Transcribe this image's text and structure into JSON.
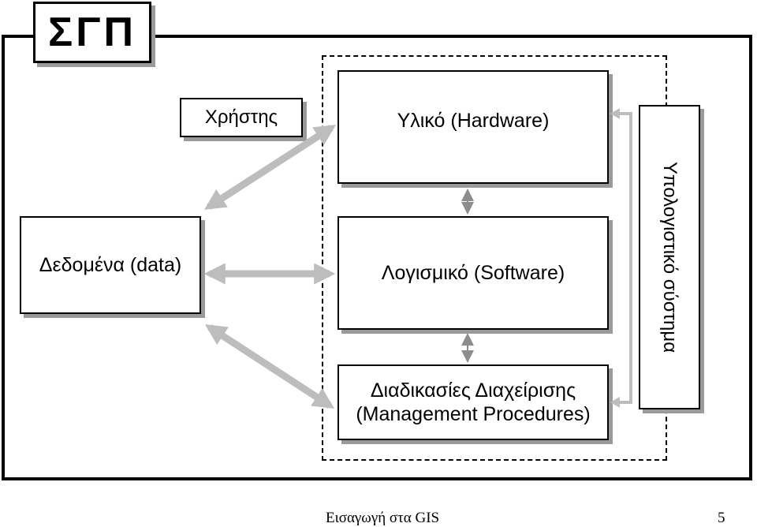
{
  "logo": {
    "text": "ΣΓΠ"
  },
  "boxes": {
    "user": "Χρήστης",
    "data": "Δεδομένα (data)",
    "hardware": "Υλικό (Hardware)",
    "software": "Λογισμικό (Software)",
    "procedures_line1": "Διαδικασίες Διαχείρισης",
    "procedures_line2": "(Management Procedures)",
    "computer_system": "Υπολογιστικό σύστημα"
  },
  "footer": {
    "title": "Εισαγωγή στα GIS",
    "page": "5"
  },
  "colors": {
    "arrow": "#bdbdbd",
    "thin_arrow": "#8c8c8c",
    "shadow": "#9a9a9a"
  }
}
